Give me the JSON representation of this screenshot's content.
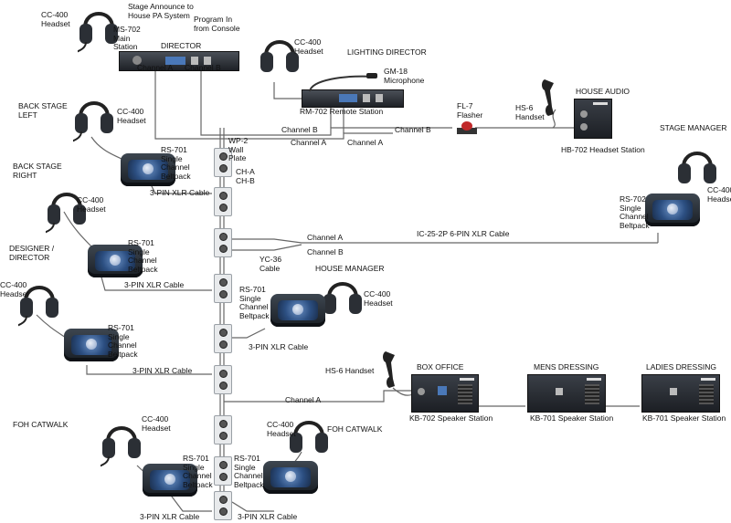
{
  "labels": {
    "cc400_top": "CC-400\nHeadset",
    "stage_announce": "Stage Announce to\nHouse PA System",
    "ms702": "MS-702\nMain\nStation",
    "program_in": "Program In\nfrom Console",
    "director": "DIRECTOR",
    "channel_a_top": "Channel A",
    "channel_b_top": "Channel B",
    "cc400_lighting": "CC-400\nHeadset",
    "lighting_director": "LIGHTING DIRECTOR",
    "gm18": "GM-18\nMicrophone",
    "rm702": "RM-702 Remote Station",
    "fl7": "FL-7\nFlasher",
    "hs6_house": "HS-6\nHandset",
    "house_audio": "HOUSE AUDIO",
    "hb702": "HB-702 Headset Station",
    "channel_b_mid1": "Channel B",
    "channel_b_mid2": "Channel B",
    "channel_a_mid1": "Channel A",
    "channel_a_mid2": "Channel A",
    "back_stage_left": "BACK STAGE\nLEFT",
    "cc400_bsl": "CC-400\nHeadset",
    "wp2": "WP-2\nWall\nPlate",
    "cha_chb": "CH-A\nCH-B",
    "stage_manager": "STAGE MANAGER",
    "back_stage_right": "BACK STAGE\nRIGHT",
    "rs701_bsl": "RS-701\nSingle\nChannel\nBeltpack",
    "xlr_bsr": "3-PIN XLR Cable",
    "cc400_sm": "CC-400\nHeadset",
    "rs702_sm": "RS-702\nSingle\nChannel\nBeltpack",
    "cc400_bsr": "CC-400\nHeadset",
    "channel_a_yc": "Channel A",
    "channel_b_yc": "Channel B",
    "ic25": "IC-25-2P 6-PIN XLR Cable",
    "yc36": "YC-36\nCable",
    "designer": "DESIGNER /\nDIRECTOR",
    "rs701_designer": "RS-701\nSingle\nChannel\nBeltpack",
    "house_manager": "HOUSE MANAGER",
    "xlr_designer": "3-PIN XLR Cable",
    "rs701_hm": "RS-701\nSingle\nChannel\nBeltpack",
    "cc400_hm": "CC-400\nHeadset",
    "cc400_designer": "CC-400\nHeadset",
    "rs701_left": "RS-701\nSingle\nChannel\nBeltpack",
    "xlr_hm": "3-PIN XLR Cable",
    "xlr_left": "3-PIN XLR Cable",
    "hs6_box": "HS-6 Handset",
    "box_office": "BOX OFFICE",
    "mens_dressing": "MENS DRESSING",
    "ladies_dressing": "LADIES DRESSING",
    "channel_a_bottom": "Channel A",
    "kb702": "KB-702 Speaker Station",
    "kb701_mens": "KB-701 Speaker Station",
    "kb701_ladies": "KB-701 Speaker Station",
    "cc400_foh1": "CC-400\nHeadset",
    "foh_catwalk_left": "FOH CATWALK",
    "cc400_foh2": "CC-400\nHeadset",
    "foh_catwalk_right": "FOH CATWALK",
    "rs701_foh1": "RS-701\nSingle\nChannel\nBeltpack",
    "rs701_foh2": "RS-701\nSingle\nChannel\nBeltpack",
    "xlr_foh1": "3-PIN XLR Cable",
    "xlr_foh2": "3-PIN XLR Cable"
  },
  "colors": {
    "wire": "#555555",
    "device_dark": "#23272d",
    "accent_blue": "#4a78b8",
    "flasher_red": "#c0282a"
  }
}
